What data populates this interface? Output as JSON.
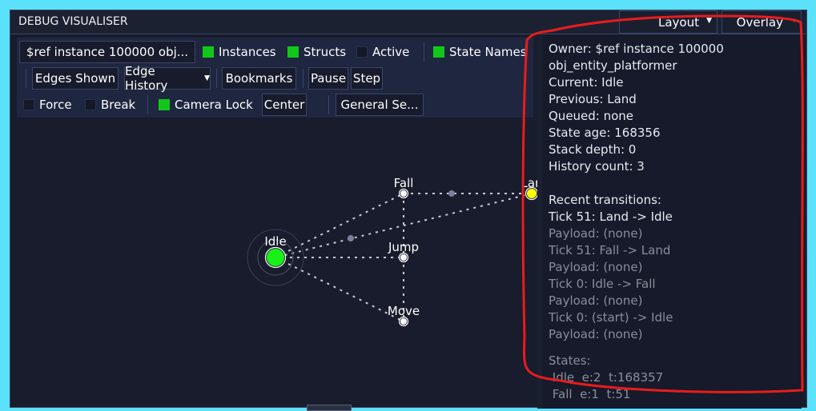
{
  "window": {
    "title": "DEBUG VISUALISER",
    "layout_label": "Layout",
    "overlay_label": "Overlay"
  },
  "toolbar": {
    "instance_select": "$ref instance 100000 obj...",
    "checkboxes": [
      {
        "label": "Instances",
        "checked": true
      },
      {
        "label": "Structs",
        "checked": true
      },
      {
        "label": "Active",
        "checked": false
      },
      {
        "label": "State Names",
        "checked": true
      },
      {
        "label": "Force",
        "checked": false
      },
      {
        "label": "Break",
        "checked": false
      },
      {
        "label": "Camera Lock",
        "checked": true
      }
    ],
    "edges_shown": "Edges Shown",
    "edge_history": "Edge History",
    "bookmarks": "Bookmarks",
    "pause": "Pause",
    "step": "Step",
    "center": "Center",
    "general_settings": "General Se..."
  },
  "graph": {
    "nodes": [
      {
        "name": "Idle",
        "state": "current",
        "color": "#18f018"
      },
      {
        "name": "Fall",
        "state": "normal",
        "color": "#ffffff"
      },
      {
        "name": "Jump",
        "state": "normal",
        "color": "#ffffff"
      },
      {
        "name": "Move",
        "state": "normal",
        "color": "#ffffff"
      },
      {
        "name": "Lan",
        "state": "previous",
        "color": "#ffff00"
      }
    ]
  },
  "info": {
    "lines": [
      "Owner: $ref instance 100000",
      "obj_entity_platformer",
      "Current: Idle",
      "Previous: Land",
      "Queued: none",
      "State age: 168356",
      "Stack depth: 0",
      "History count: 3"
    ],
    "recent_title": "Recent transitions:",
    "transitions": [
      {
        "text": "Tick 51: Land -> Idle",
        "payload": "Payload: (none)",
        "latest": true
      },
      {
        "text": "Tick 51: Fall -> Land",
        "payload": "Payload: (none)",
        "latest": false
      },
      {
        "text": "Tick 0: Idle -> Fall",
        "payload": "Payload: (none)",
        "latest": false
      },
      {
        "text": "Tick 0: (start) -> Idle",
        "payload": "Payload: (none)",
        "latest": false
      }
    ],
    "states_title": "States:",
    "states": [
      " Idle  e:2  t:168357",
      " Fall  e:1  t:51"
    ]
  },
  "colors": {
    "background": "#5ce1fb",
    "annotation": "#e81c1c",
    "checked": "#11c81a"
  }
}
